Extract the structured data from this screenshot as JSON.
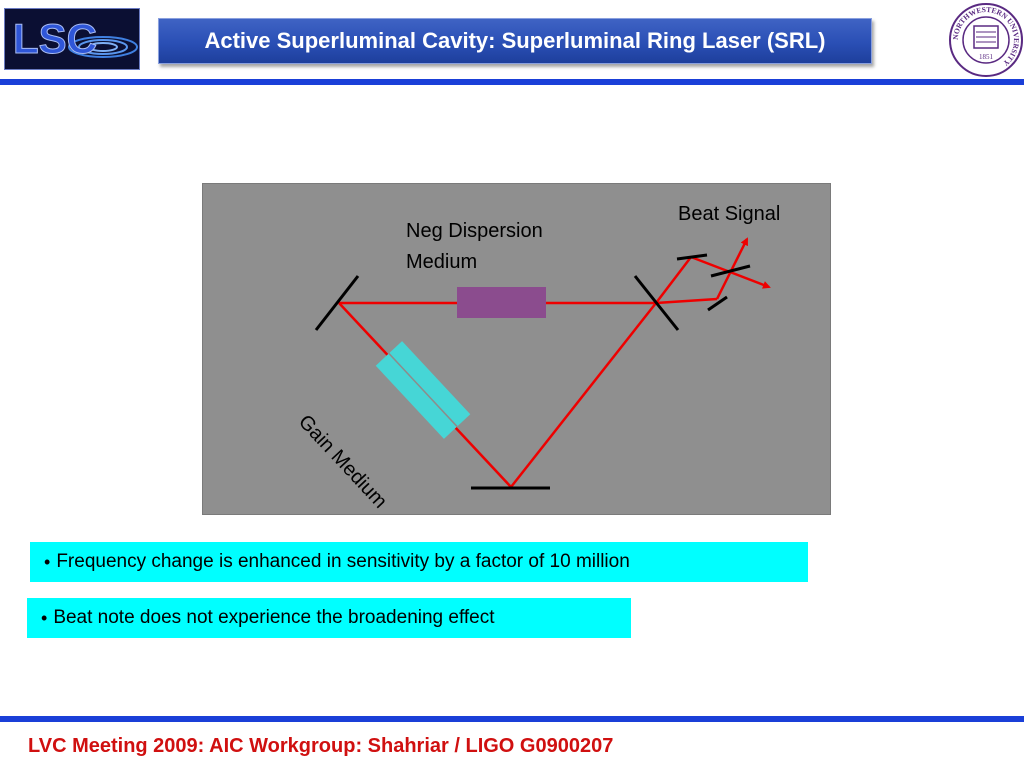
{
  "header": {
    "logo_text": "LSC",
    "title": "Active Superluminal Cavity:  Superluminal Ring Laser (SRL)",
    "seal_text": "NORTHWESTERN UNIVERSITY",
    "seal_year": "1851"
  },
  "diagram": {
    "labels": {
      "neg_dispersion_line1": "Neg Dispersion",
      "neg_dispersion_line2": "Medium",
      "beat_signal": "Beat Signal",
      "gain_medium": "Gain Medium"
    },
    "colors": {
      "background": "#8f8f8f",
      "beam": "#ee0000",
      "neg_dispersion_medium": "#8b4c8e",
      "gain_medium": "#46d6d6",
      "mirror": "#000000"
    }
  },
  "bullets": [
    "Frequency change is enhanced in sensitivity by a factor of 10 million",
    "Beat note does not experience the broadening effect"
  ],
  "bullet_symbol": "•",
  "footer": {
    "text": "LVC  Meeting 2009:  AIC Workgroup:  Shahriar / LIGO G0900207"
  }
}
